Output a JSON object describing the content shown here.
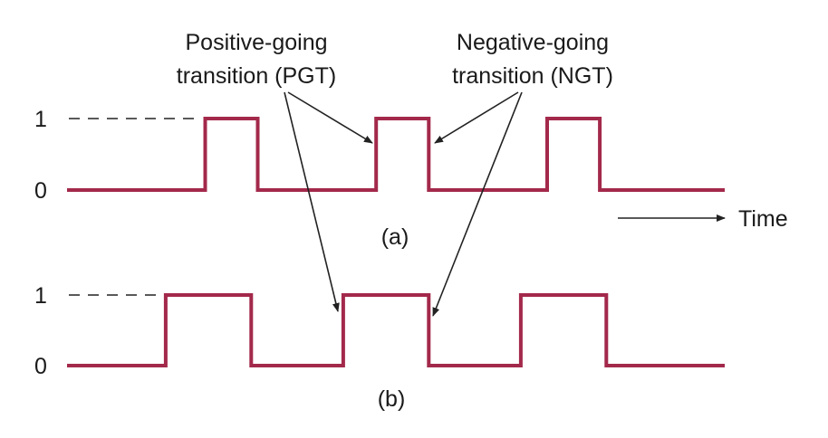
{
  "annotations": {
    "pgt_line1": "Positive-going",
    "pgt_line2": "transition (PGT)",
    "ngt_line1": "Negative-going",
    "ngt_line2": "transition (NGT)",
    "time_label": "Time"
  },
  "waveforms": [
    {
      "caption": "(a)",
      "high_label": "1",
      "low_label": "0",
      "pulses": [
        [
          3.1,
          3.9
        ],
        [
          5.7,
          6.5
        ],
        [
          8.3,
          9.1
        ]
      ]
    },
    {
      "caption": "(b)",
      "high_label": "1",
      "low_label": "0",
      "pulses": [
        [
          2.5,
          3.8
        ],
        [
          5.2,
          6.5
        ],
        [
          7.9,
          9.2
        ]
      ]
    }
  ],
  "time_domain": [
    1,
    11
  ],
  "colors": {
    "signal": "#a3294b",
    "text": "#1a1a1a",
    "arrow": "#222222"
  }
}
